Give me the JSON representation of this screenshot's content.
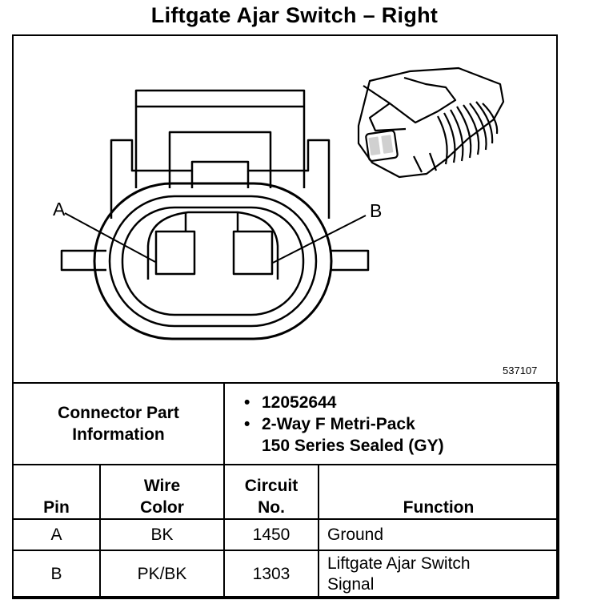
{
  "title": "Liftgate Ajar Switch – Right",
  "figure_number": "537107",
  "pin_labels": {
    "a": "A",
    "b": "B"
  },
  "connector_info": {
    "label_line1": "Connector Part",
    "label_line2": "Information",
    "bullet": "•",
    "part_number": "12052644",
    "description_line1": "2-Way F Metri-Pack",
    "description_line2": "150 Series Sealed (GY)"
  },
  "table": {
    "headers": {
      "pin": "Pin",
      "wire_color_1": "Wire",
      "wire_color_2": "Color",
      "circuit_1": "Circuit",
      "circuit_2": "No.",
      "function": "Function"
    },
    "rows": [
      {
        "pin": "A",
        "wire_color": "BK",
        "circuit": "1450",
        "function_1": "Ground",
        "function_2": ""
      },
      {
        "pin": "B",
        "wire_color": "PK/BK",
        "circuit": "1303",
        "function_1": "Liftgate Ajar Switch",
        "function_2": "Signal"
      }
    ]
  }
}
